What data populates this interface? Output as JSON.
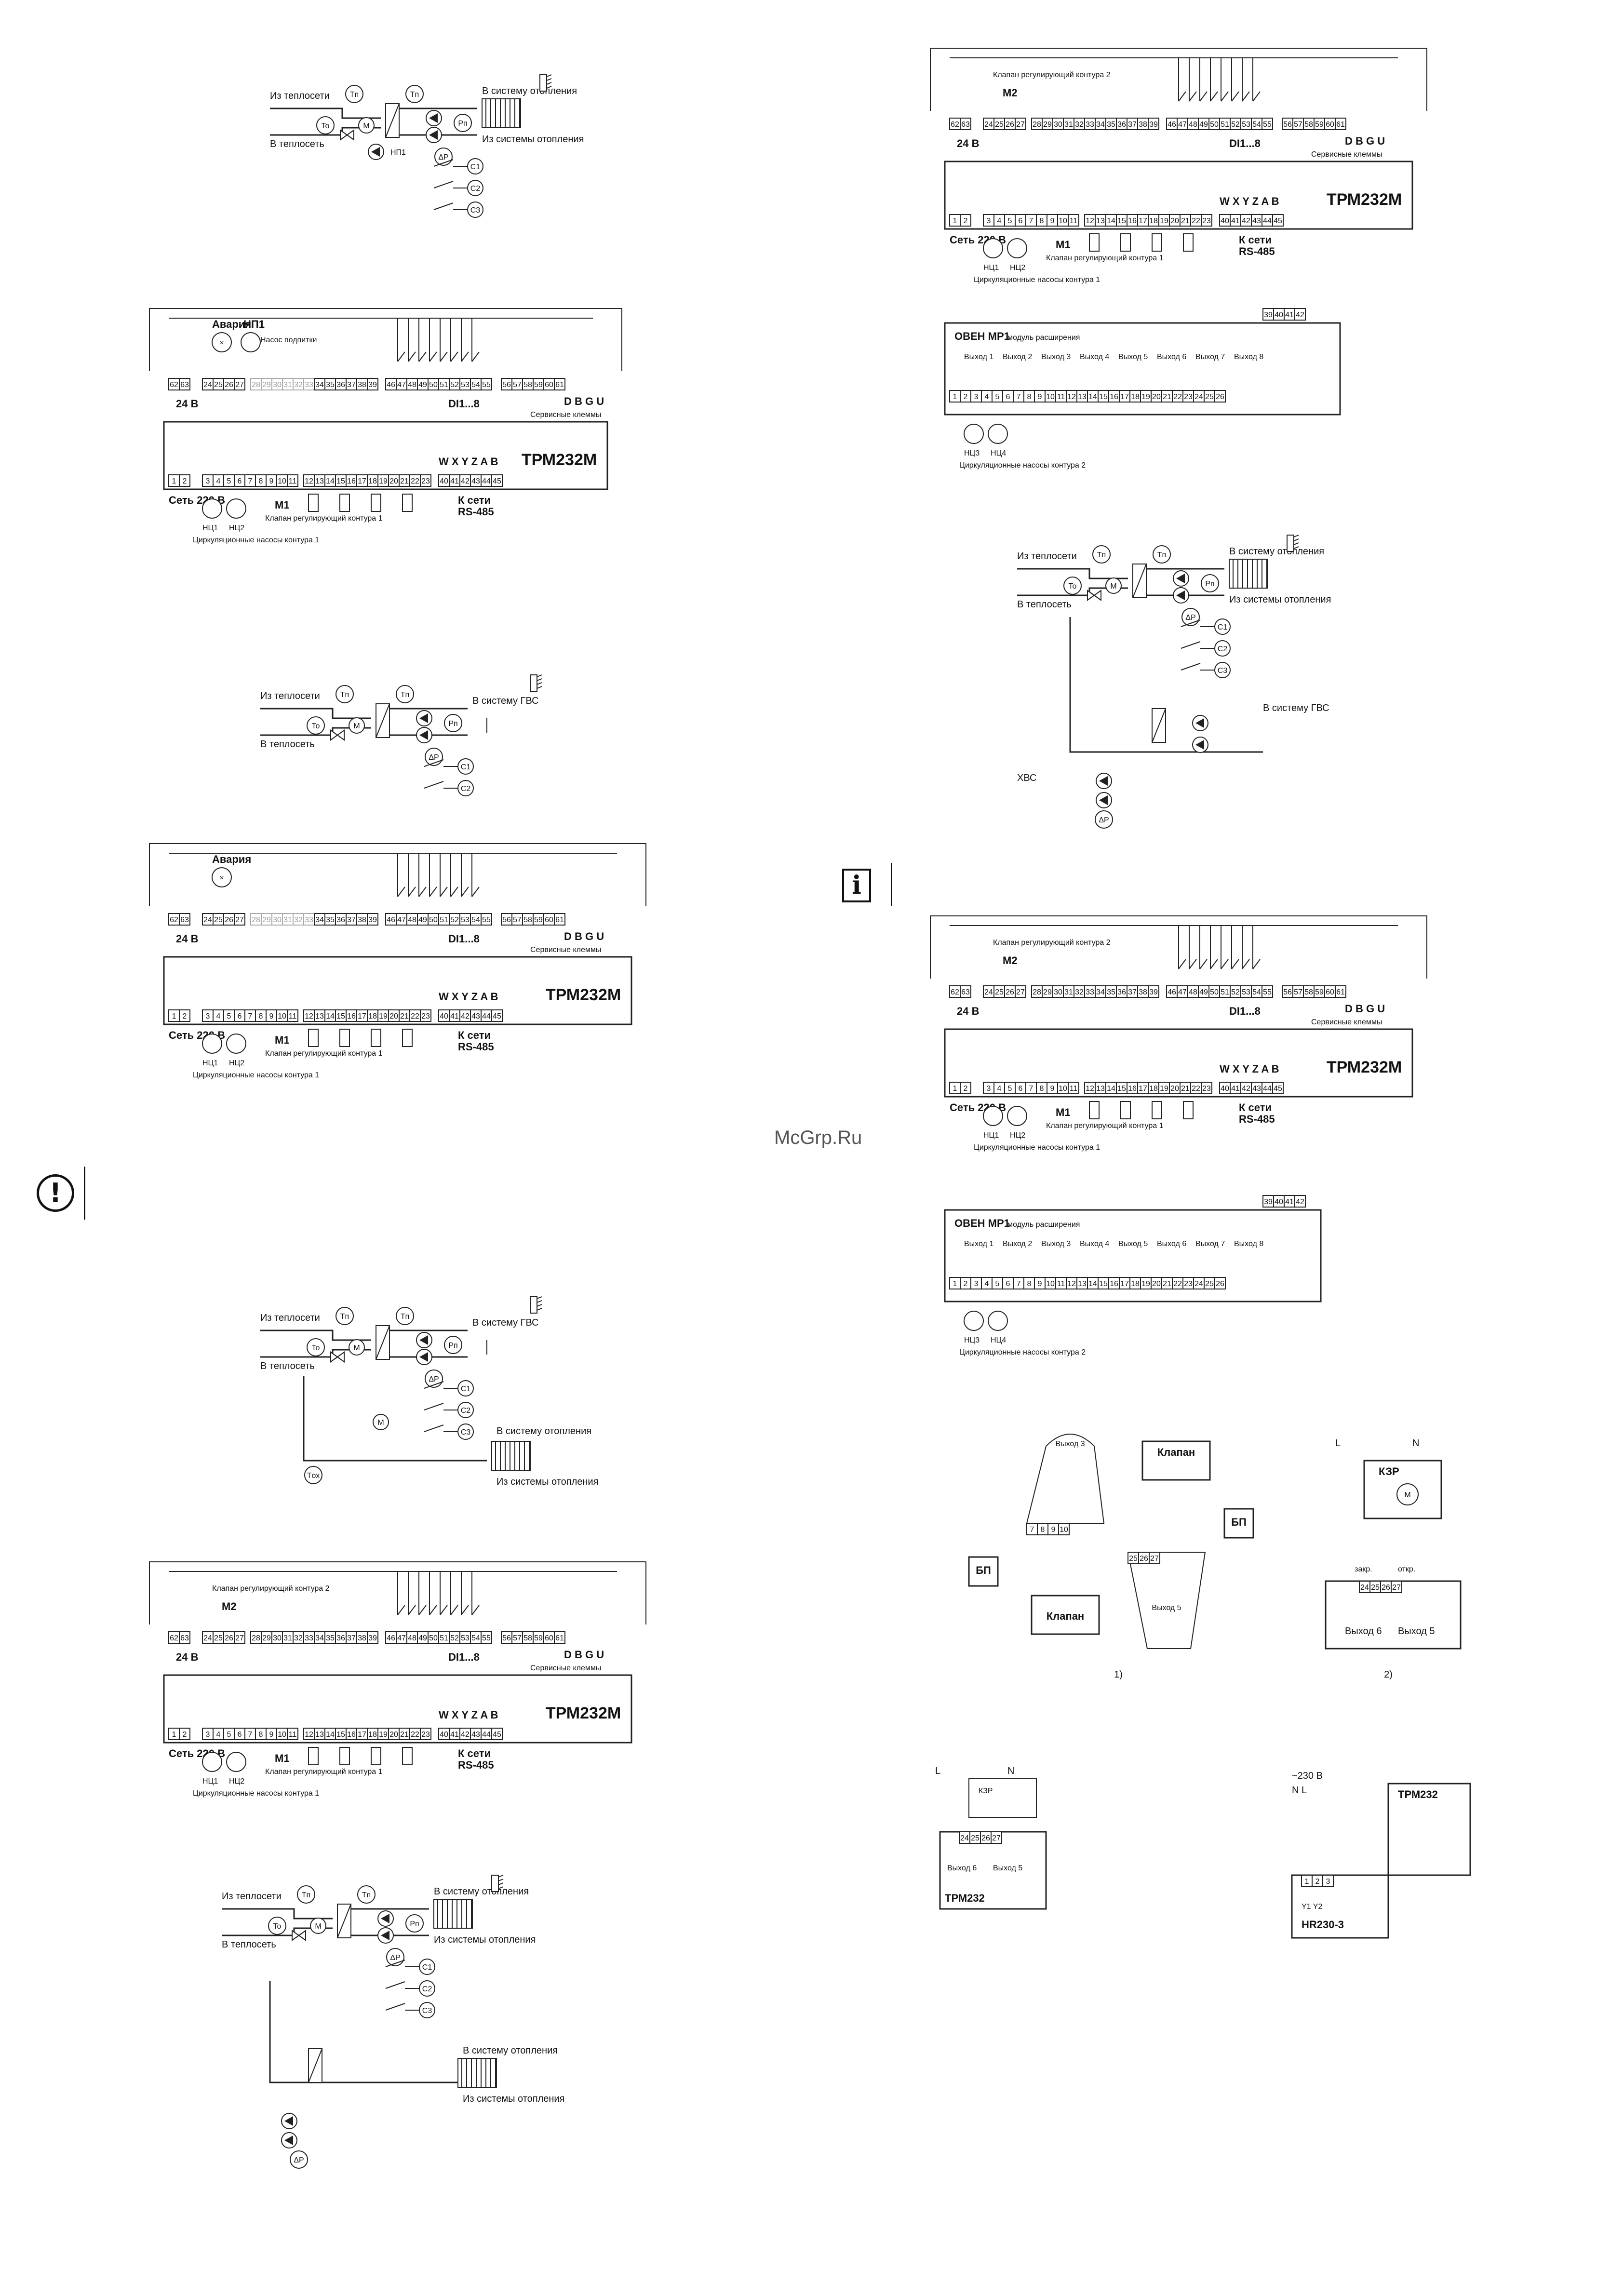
{
  "watermark": "McGrp.Ru",
  "device": "ТРМ232М",
  "module": "ОВЕН МР1",
  "module_sub": "модуль расширения",
  "labels": {
    "from_net": "Из теплосети",
    "to_net": "В теплосеть",
    "to_heating": "В систему отопления",
    "from_heating": "Из системы отопления",
    "to_dhw": "В систему ГВС",
    "cold_water": "ХВС",
    "power": "Сеть 220 В",
    "v24": "24 В",
    "rs485": "К сети RS-485",
    "service": "Сервисные клеммы",
    "alarm": "Авария",
    "np1": "НП1",
    "pump_make": "Насос подпитки",
    "valve": "Клапан",
    "bp": "БП",
    "kzr": "КЗР",
    "closed": "закр.",
    "open": "откр.",
    "out5": "Выход 5",
    "out6": "Выход 6",
    "out3": "Выход 3",
    "out4": "Выход 4",
    "trm232": "ТРМ232",
    "hr230": "HR230-3",
    "v230": "~230 В",
    "fig1": "1)",
    "fig2": "2)",
    "n": "N",
    "l": "L",
    "circ1": "Циркуляционные насосы контура 1",
    "circ2": "Циркуляционные насосы контура 2",
    "valve1": "Клапан регулирующий контура 1",
    "valve2": "Клапан регулирующий контура 2",
    "m1": "М1",
    "m2": "М2",
    "nc1": "НЦ1",
    "nc2": "НЦ2",
    "nc3": "НЦ3",
    "nc4": "НЦ4",
    "dik": "DI1...8",
    "wxy": "W X Y Z A B"
  },
  "icons": {
    "info": "info-icon",
    "warning": "warning-icon"
  }
}
